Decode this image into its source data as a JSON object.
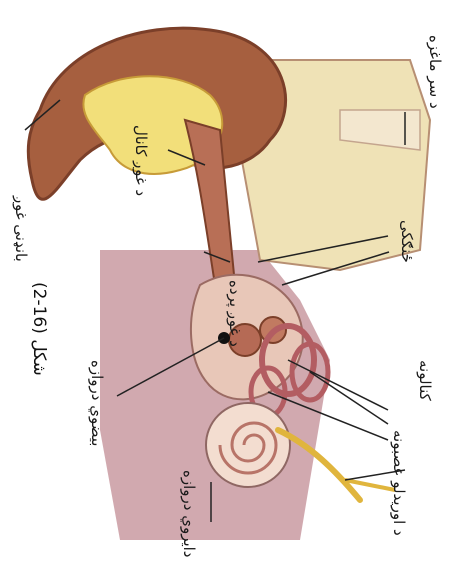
{
  "figure": {
    "caption": "(2-16) شکل",
    "labels": {
      "outer_ear": "بانډنی غوږ",
      "ear_canal": "د غوږ کانال",
      "mastoid": "د سر ماغزه",
      "ossicles": "ځنګکی",
      "eardrum": "د غوږ پرده",
      "oval_window": "بیضوي دروازه",
      "round_window": "دایروي دروازه",
      "semicircular_canals": "کنالونه",
      "auditory_nerve": "د اوریدلو عصبونه"
    }
  },
  "colors": {
    "skin": "#a65f3f",
    "bone": "#efe2b6",
    "cartilage": "#f2df7a",
    "inner_ear": "#e8c7b8",
    "background_tissue": "#c99aa1"
  }
}
